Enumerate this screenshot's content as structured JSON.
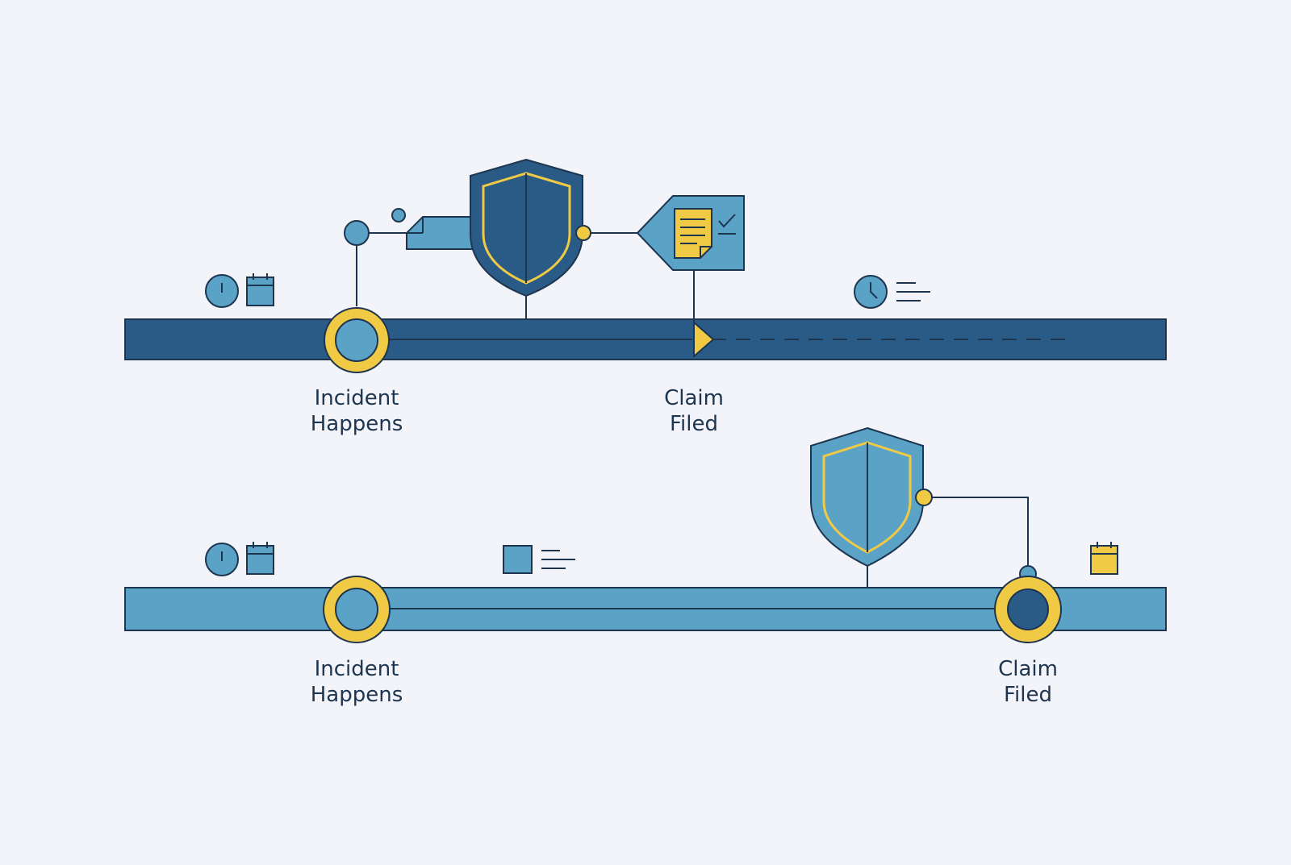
{
  "colors": {
    "background": "#f2f4f9",
    "dark_blue": "#2a5b87",
    "mid_blue": "#5ba2c7",
    "outline": "#1e3550",
    "yellow": "#f0ca45"
  },
  "timeline_top": {
    "style": "dark",
    "milestones": [
      {
        "label_line1": "Incident",
        "label_line2": "Happens"
      },
      {
        "label_line1": "Claim",
        "label_line2": "Filed"
      }
    ],
    "icons": [
      "clock-icon",
      "calendar-icon",
      "shield-icon",
      "tag-icon",
      "document-check-icon",
      "clock-icon",
      "text-lines-icon"
    ]
  },
  "timeline_bottom": {
    "style": "light",
    "milestones": [
      {
        "label_line1": "Incident",
        "label_line2": "Happens"
      },
      {
        "label_line1": "Claim",
        "label_line2": "Filed"
      }
    ],
    "icons": [
      "clock-icon",
      "calendar-icon",
      "square-icon",
      "text-lines-icon",
      "shield-icon",
      "calendar-icon"
    ]
  }
}
